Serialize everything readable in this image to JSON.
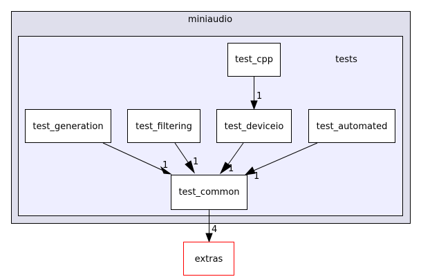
{
  "outer_cluster": {
    "label": "miniaudio",
    "fill": "#dfdfec",
    "stroke": "#000000"
  },
  "inner_cluster": {
    "label": "tests",
    "fill": "#eeeeff",
    "stroke": "#000000"
  },
  "nodes": {
    "test_cpp": "test_cpp",
    "test_generation": "test_generation",
    "test_filtering": "test_filtering",
    "test_deviceio": "test_deviceio",
    "test_automated": "test_automated",
    "test_common": "test_common",
    "extras": "extras"
  },
  "edges": {
    "cpp_to_deviceio": "1",
    "generation_to_common": "1",
    "filtering_to_common": "1",
    "deviceio_to_common": "1",
    "automated_to_common": "1",
    "common_to_extras": "4"
  },
  "colors": {
    "external_border": "#ff0000",
    "node_border": "#000000"
  }
}
